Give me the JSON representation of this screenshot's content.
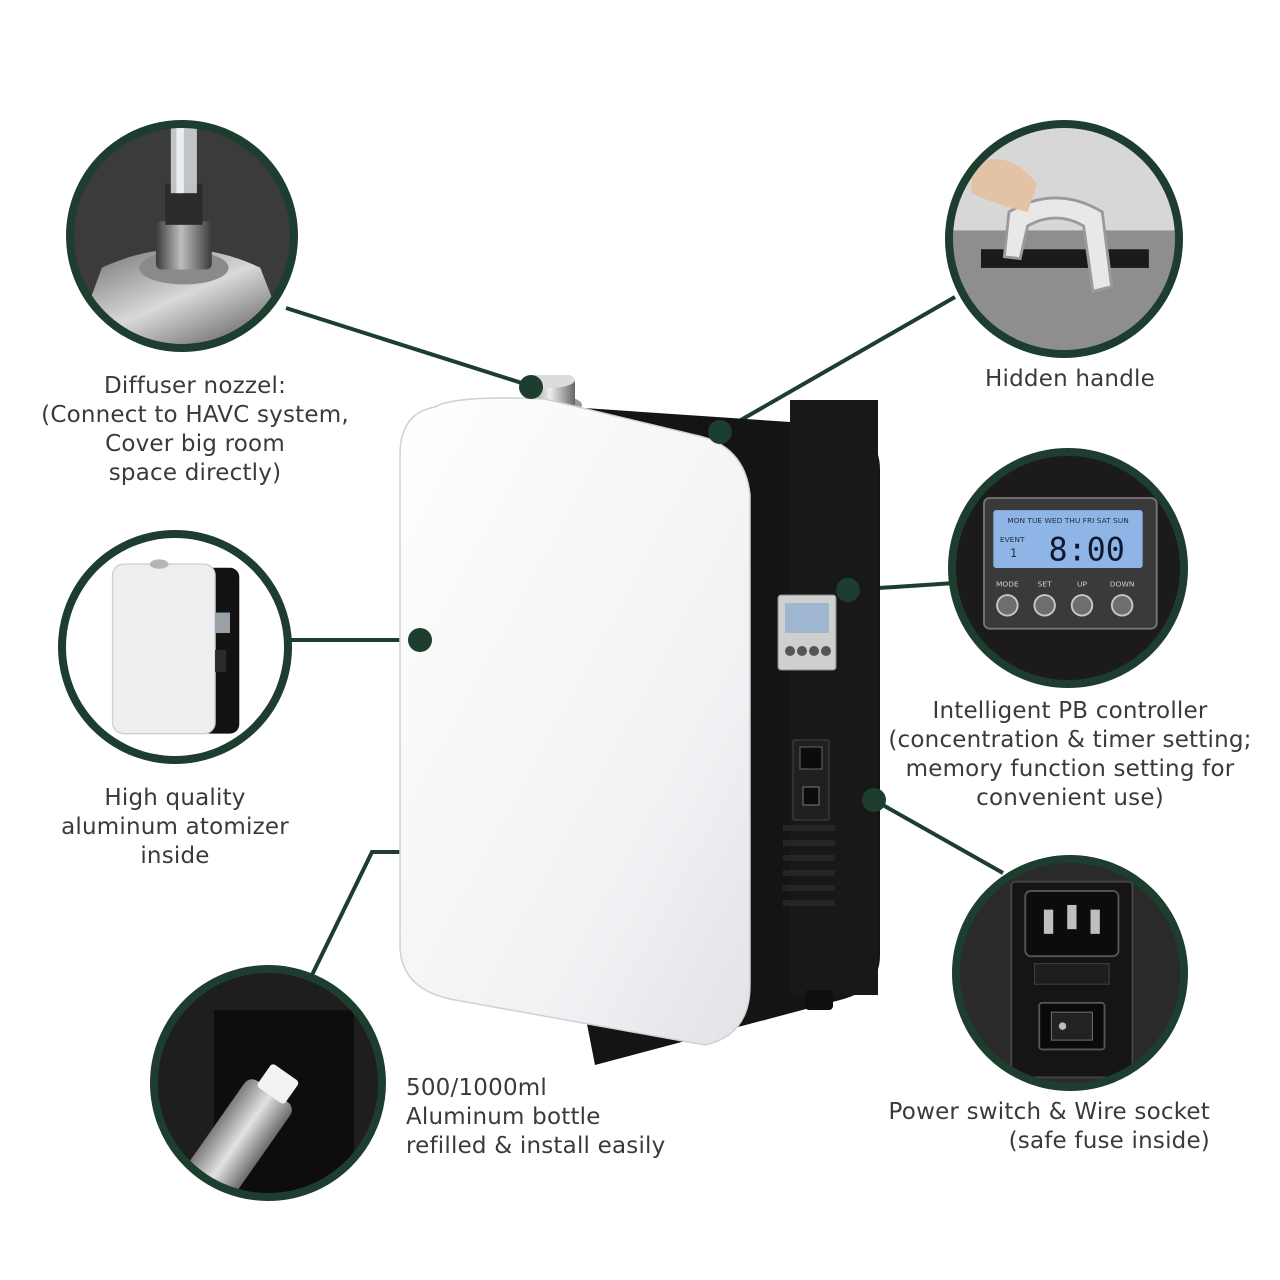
{
  "colors": {
    "accent": "#1d3d2e",
    "panel_white": "#f4f4f6",
    "body_black": "#141414",
    "lcd_blue": "#8fb4e6"
  },
  "callouts": {
    "nozzle": {
      "lines": [
        "Diffuser nozzel:",
        "(Connect to HAVC system,",
        "Cover big room",
        "space directly)"
      ]
    },
    "handle": {
      "lines": [
        "Hidden handle"
      ]
    },
    "atomizer": {
      "lines": [
        "High quality",
        "aluminum atomizer",
        "inside"
      ]
    },
    "controller": {
      "lines": [
        "Intelligent PB controller",
        "(concentration & timer setting;",
        "memory function setting for",
        "convenient use)"
      ],
      "lcd": {
        "days": "MON TUE WED THU FRI SAT SUN",
        "event_label": "EVENT",
        "event_number": "1",
        "time": "8:00"
      },
      "buttons": [
        "MODE",
        "SET",
        "UP",
        "DOWN"
      ]
    },
    "bottle": {
      "lines": [
        "500/1000ml",
        "Aluminum bottle",
        "refilled & install easily"
      ]
    },
    "power": {
      "lines": [
        "Power switch & Wire socket",
        "(safe fuse inside)"
      ]
    }
  }
}
